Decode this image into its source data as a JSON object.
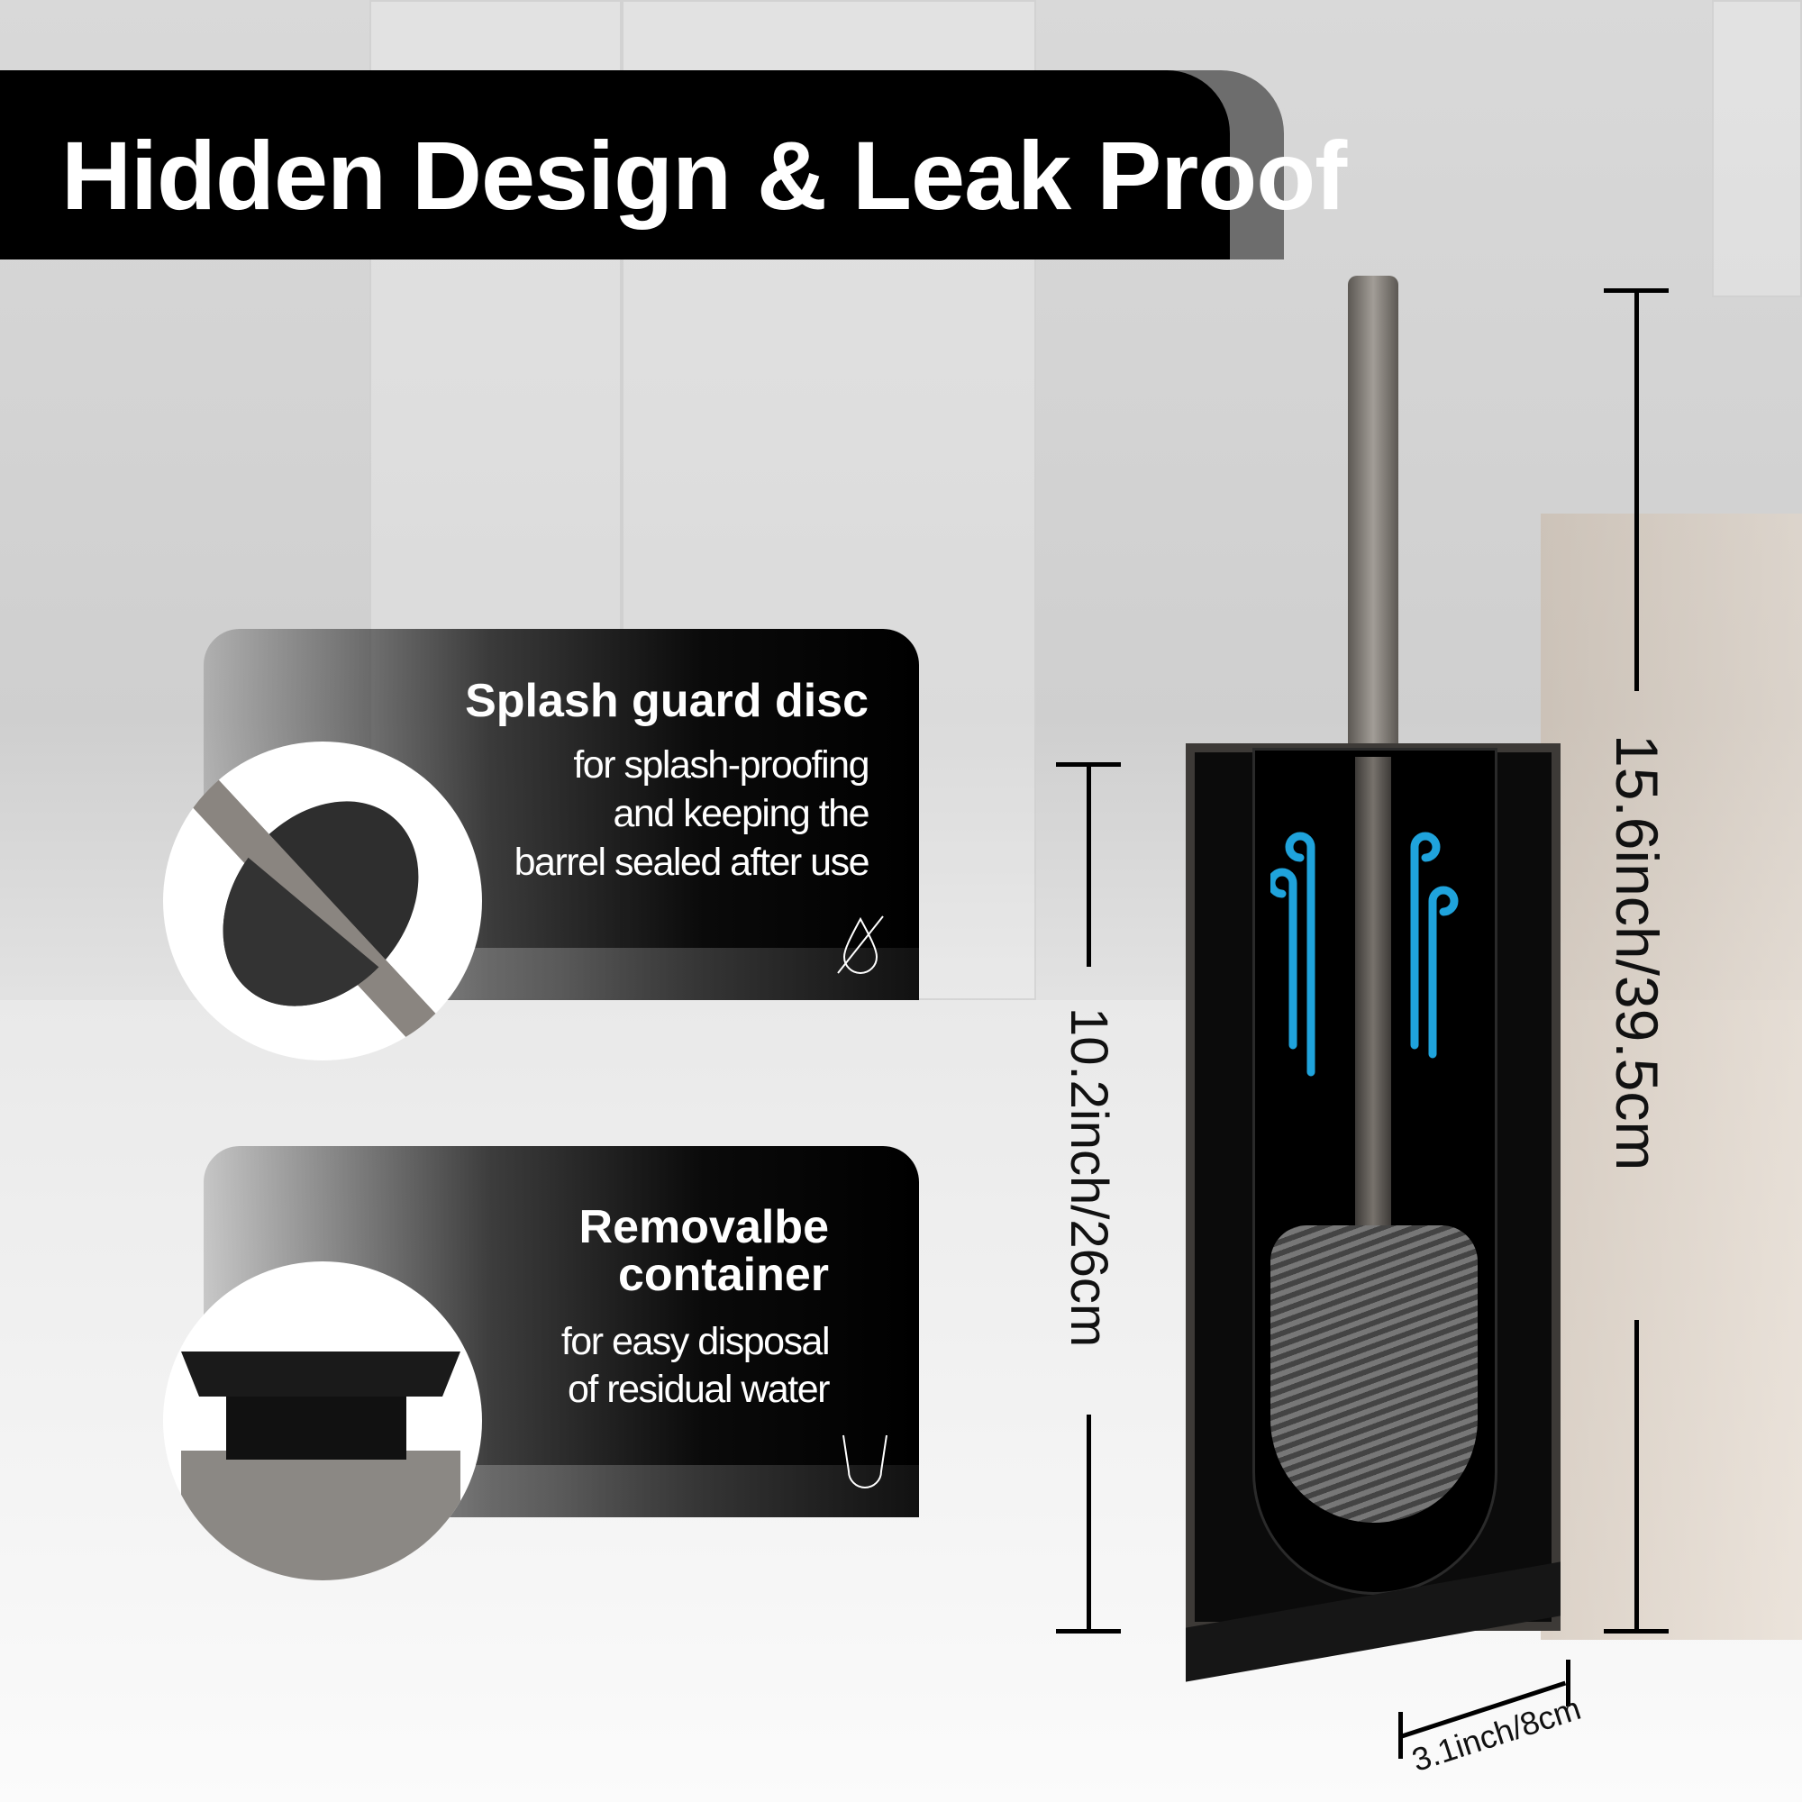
{
  "banner": {
    "title": "Hidden Design & Leak Proof"
  },
  "features": [
    {
      "title": "Splash guard disc",
      "body": [
        "for splash-proofing",
        "and keeping the",
        "barrel sealed after use"
      ],
      "icon": "no-drip-icon"
    },
    {
      "title": [
        "Removalbe",
        "container"
      ],
      "body": [
        "for easy disposal",
        "of residual water"
      ],
      "icon": "u-trap-icon"
    }
  ],
  "dimensions": {
    "total_height": "15.6inch/39.5cm",
    "barrel_height": "10.2inch/26cm",
    "width": "3.1inch/8cm"
  },
  "colors": {
    "accent_blue": "#1fa3dc",
    "leaf_green": "#5dd35d"
  }
}
